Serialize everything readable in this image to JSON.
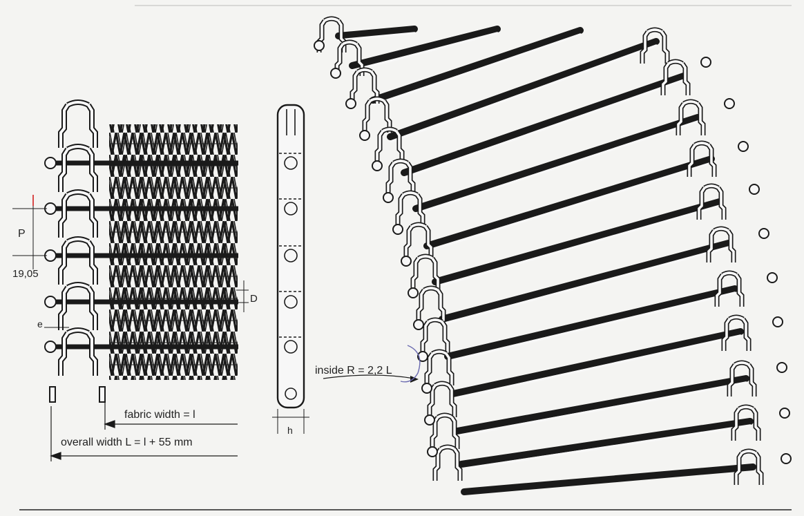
{
  "labels": {
    "pitch": "P",
    "pitch_value": "19,05",
    "wire_diameter": "D",
    "edge": "e",
    "link_height": "h",
    "fabric_width": "fabric width = l",
    "overall_width": "overall width L = l + 55 mm",
    "inside_radius": "inside R = 2,2 L"
  },
  "colors": {
    "ink": "#1a1a1a",
    "paper": "#f4f4f2"
  }
}
